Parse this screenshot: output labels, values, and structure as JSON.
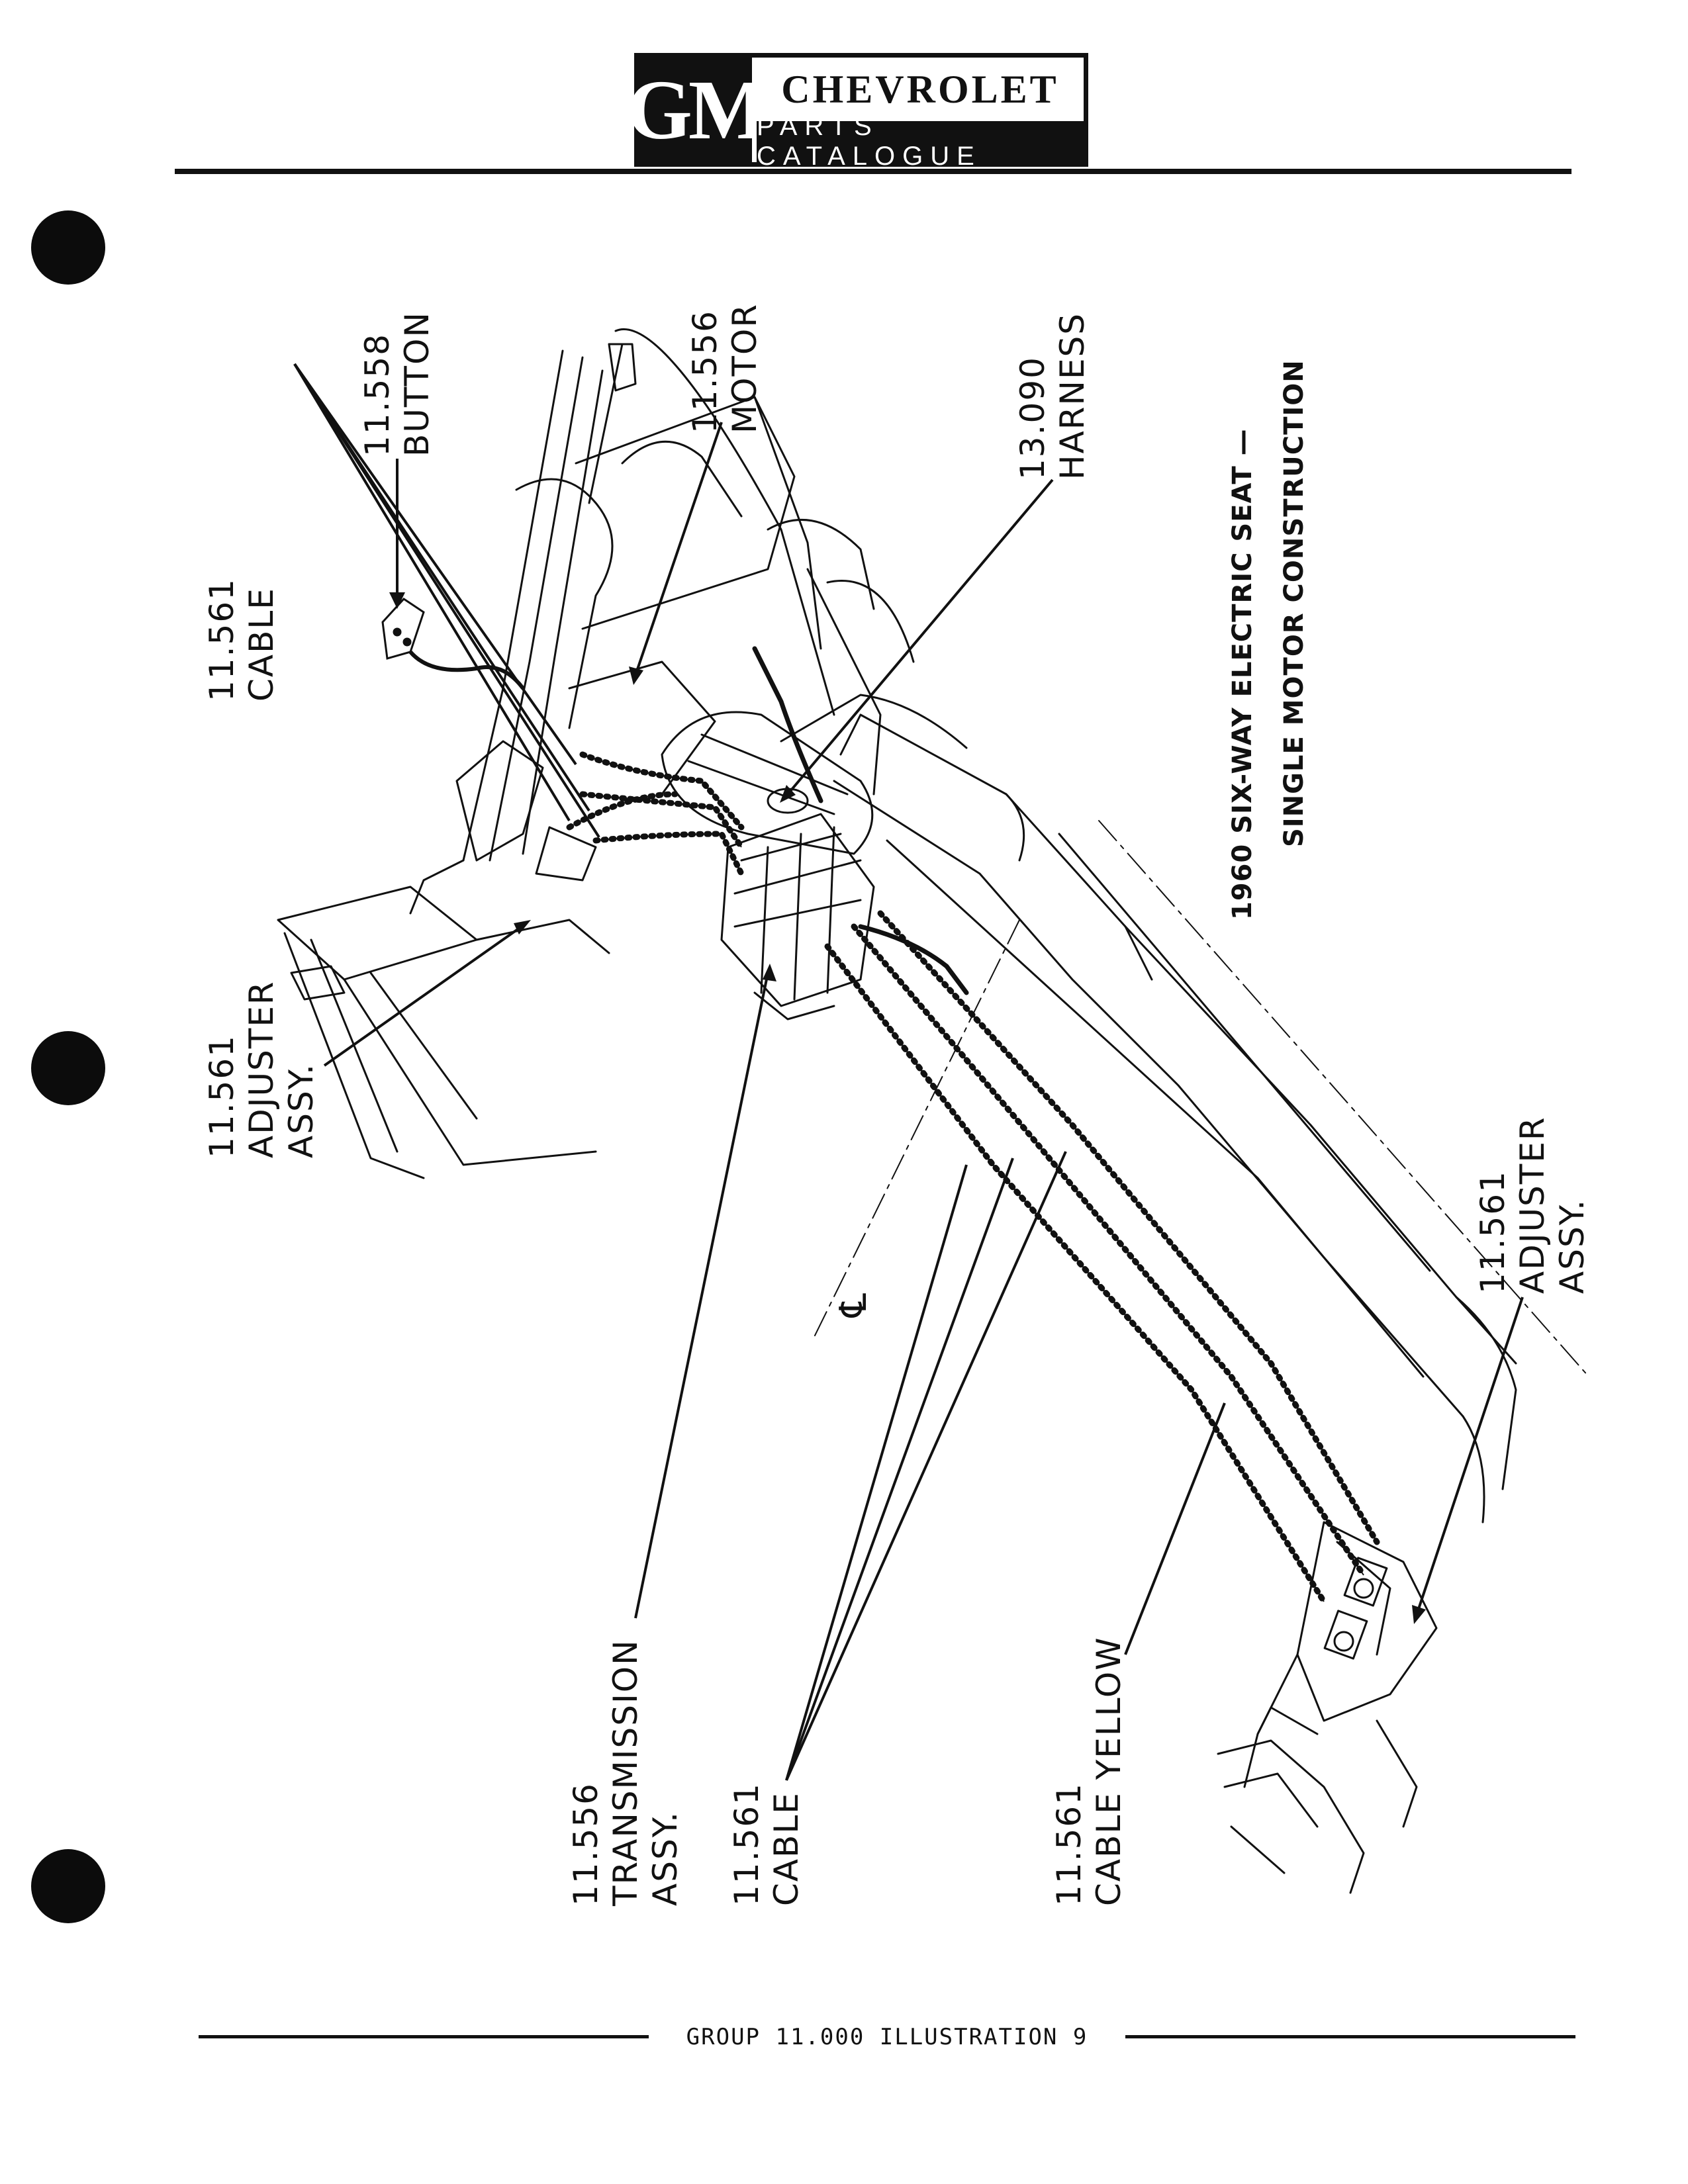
{
  "header": {
    "logo_mark": "GM",
    "brand": "CHEVROLET",
    "catalogue": "PARTS CATALOGUE"
  },
  "title": {
    "line1": "1960 SIX-WAY ELECTRIC SEAT —",
    "line2": "SINGLE MOTOR CONSTRUCTION"
  },
  "callouts": {
    "button": {
      "number": "11.558",
      "name": "BUTTON"
    },
    "motor": {
      "number": "11.556",
      "name": "MOTOR"
    },
    "harness": {
      "number": "13.090",
      "name": "HARNESS"
    },
    "cable_upper": {
      "number": "11.561",
      "name": "CABLE"
    },
    "adjuster_left": {
      "number": "11.561",
      "name": "ADJUSTER",
      "extra": "ASSY."
    },
    "adjuster_right": {
      "number": "11.561",
      "name": "ADJUSTER",
      "extra": "ASSY."
    },
    "transmission": {
      "number": "11.556",
      "name": "TRANSMISSION",
      "extra": "ASSY."
    },
    "cable_lower": {
      "number": "11.561",
      "name": "CABLE"
    },
    "cable_yellow": {
      "number": "11.561",
      "name": "CABLE YELLOW"
    }
  },
  "centerline_symbol": "℄",
  "footer": {
    "text": "GROUP 11.000 ILLUSTRATION 9"
  },
  "colors": {
    "ink": "#111111",
    "paper": "#ffffff"
  }
}
